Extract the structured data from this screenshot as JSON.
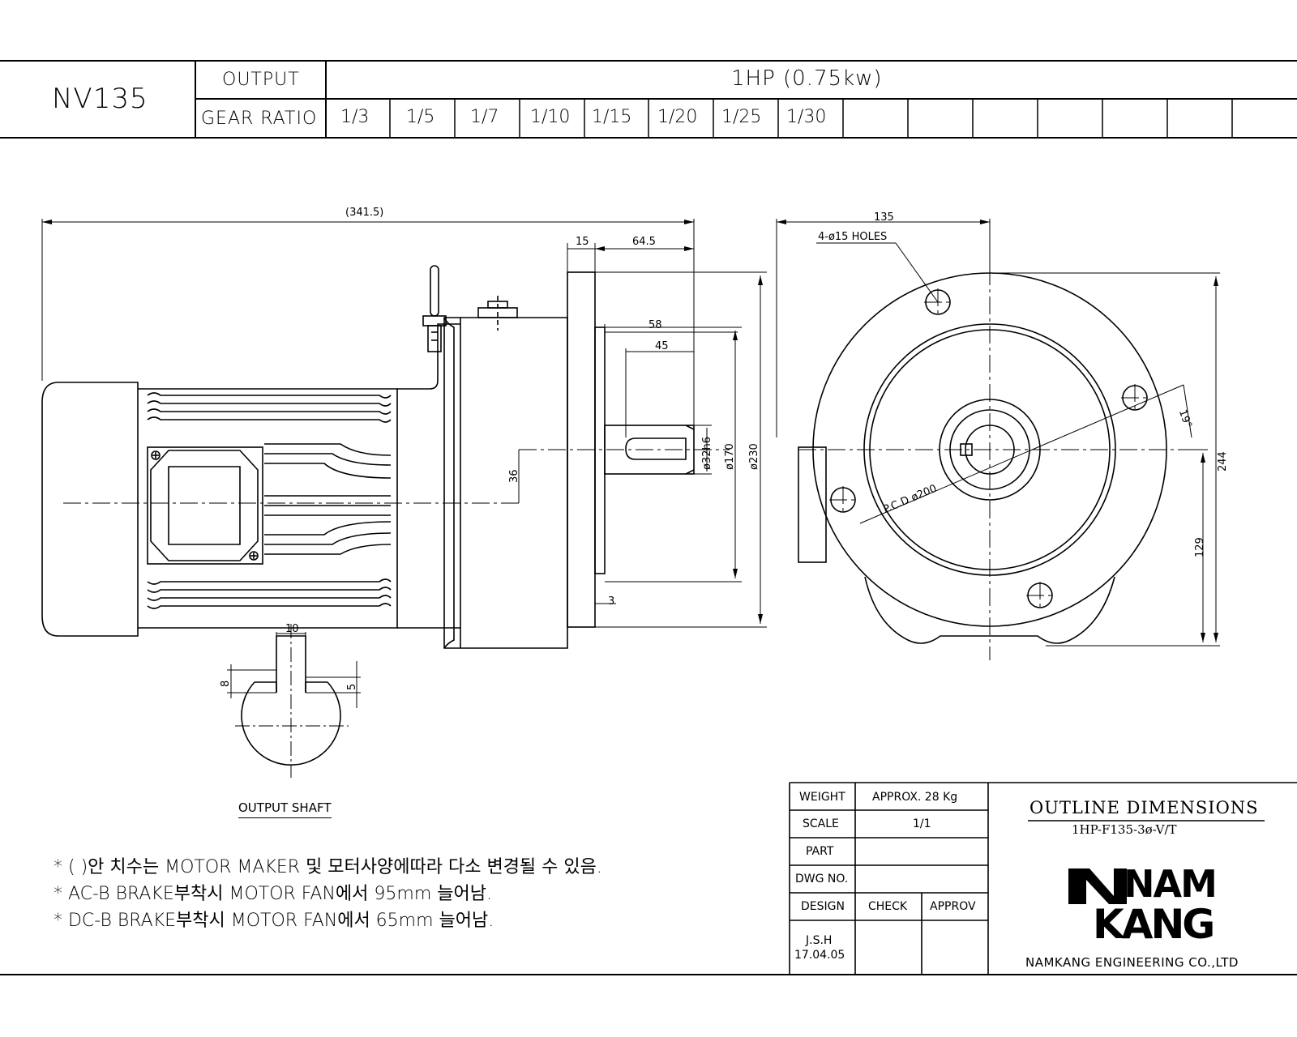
{
  "header": {
    "model": "NV135",
    "output_label": "OUTPUT",
    "output_value": "1HP (0.75kw)",
    "ratio_label": "GEAR RATIO",
    "gear_ratios": [
      "1/3",
      "1/5",
      "1/7",
      "1/10",
      "1/15",
      "1/20",
      "1/25",
      "1/30",
      "",
      "",
      "",
      "",
      "",
      ""
    ]
  },
  "dimensions": {
    "overall_length": "(341.5)",
    "flange_thickness": "15",
    "shaft_projection": "64.5",
    "shaft_len_58": "58",
    "key_len_45": "45",
    "shaft_dia": "ø32h6",
    "spigot_dia": "ø170",
    "flange_dia": "ø230",
    "offset_36": "36",
    "dim_3": "3",
    "key_width": "10",
    "key_height": "8",
    "key_depth": "5",
    "width_135": "135",
    "holes": "4-ø15 HOLES",
    "angle": "19°",
    "pcd": "P.C.D ø200",
    "height_244": "244",
    "height_129": "129"
  },
  "output_shaft_label": "OUTPUT SHAFT",
  "notes": [
    "* (  )안 치수는 MOTOR MAKER 및 모터사양에따라 다소 변경될 수 있음.",
    "* AC-B BRAKE부착시 MOTOR FAN에서 95mm 늘어남.",
    "* DC-B BRAKE부착시 MOTOR FAN에서 65mm 늘어남."
  ],
  "title_block": {
    "weight_label": "WEIGHT",
    "weight_value": "APPROX. 28 Kg",
    "scale_label": "SCALE",
    "scale_value": "1/1",
    "part_label": "PART",
    "part_value": "",
    "dwg_label": "DWG NO.",
    "dwg_value": "",
    "design_label": "DESIGN",
    "check_label": "CHECK",
    "approv_label": "APPROV",
    "designer": "J.S.H",
    "date": "17.04.05",
    "title": "OUTLINE DIMENSIONS",
    "subtitle": "1HP-F135-3ø-V/T",
    "logo_line1": "NAM",
    "logo_line2": "KANG",
    "company": "NAMKANG ENGINEERING CO.,LTD"
  }
}
